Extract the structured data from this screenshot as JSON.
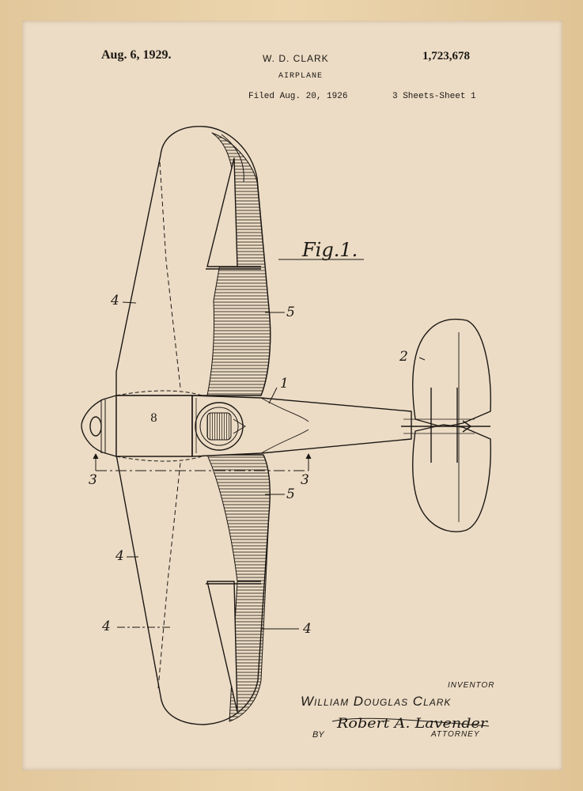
{
  "header": {
    "date": "Aug. 6, 1929.",
    "inventor_short": "W. D. CLARK",
    "patent_number": "1,723,678",
    "title": "AIRPLANE",
    "filed": "Filed Aug. 20, 1926",
    "sheets": "3 Sheets-Sheet  1"
  },
  "figure": {
    "label": "Fig.1.",
    "reference_numerals": {
      "fuselage": "1",
      "tail": "2",
      "section": "3",
      "wing": "4",
      "flap": "5",
      "engine": "8"
    }
  },
  "signature": {
    "inventor_label": "INVENTOR",
    "inventor_name": "William Douglas Clark",
    "by": "BY",
    "attorney_signature": "Robert A. Lavender",
    "attorney_label": "ATTORNEY"
  },
  "colors": {
    "frame": "#e6cfa6",
    "paper": "#ecdcc5",
    "ink": "#1c1814"
  }
}
